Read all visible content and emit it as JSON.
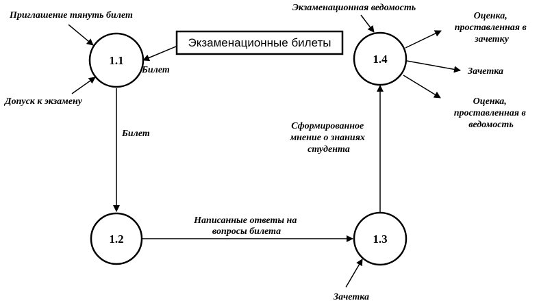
{
  "nodes": {
    "n11": "1.1",
    "n12": "1.2",
    "n13": "1.3",
    "n14": "1.4"
  },
  "store": {
    "label": "Экзаменационные билеты"
  },
  "flows": {
    "invite": "Приглашение тянуть билет",
    "admission": "Допуск к экзамену",
    "ticket_from_store": "Билет",
    "ticket_down": "Билет",
    "answers": [
      "Написанные ответы на",
      "вопросы билета"
    ],
    "gradebook_in": "Зачетка",
    "opinion": [
      "Сформированное",
      "мнение о знаниях",
      "студента"
    ],
    "exam_sheet": "Экзаменационная ведомость",
    "grade_book_out": [
      "Оценка,",
      "проставленная в",
      "зачетку"
    ],
    "gradebook_out": "Зачетка",
    "grade_sheet_out": [
      "Оценка,",
      "проставленная в",
      "ведомость"
    ]
  }
}
